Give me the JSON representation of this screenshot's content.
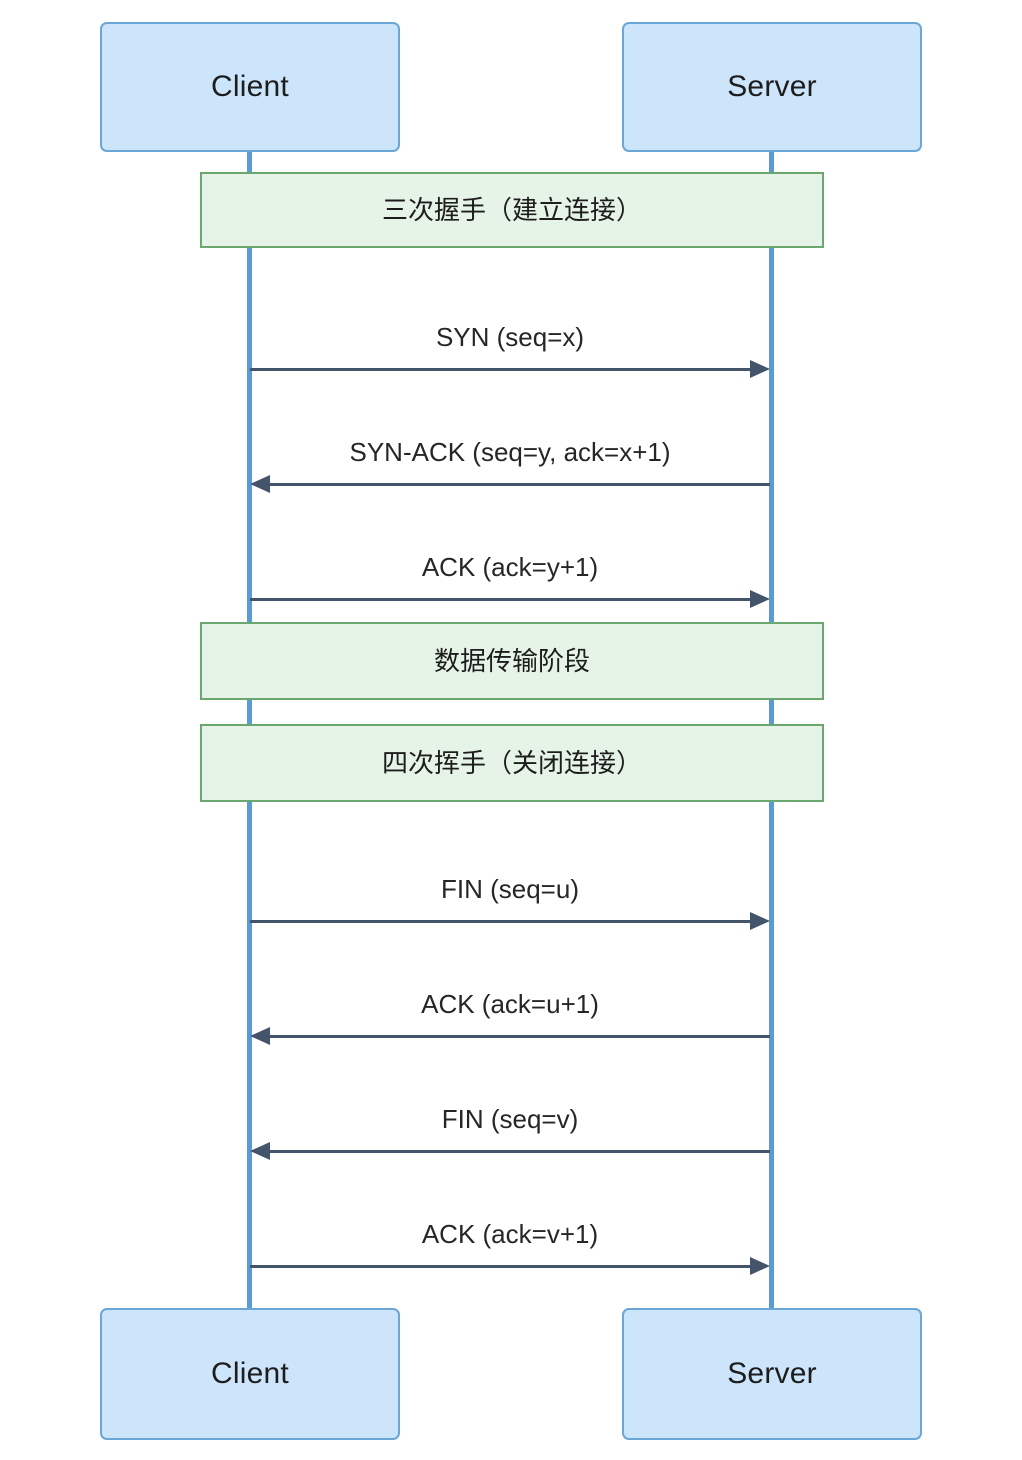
{
  "diagram": {
    "title": "TCP Connection Sequence Diagram",
    "type": "sequence-diagram",
    "colors": {
      "participant_fill": "#cce5fa",
      "participant_border": "#6ba7d6",
      "lifeline": "#5b9bd5",
      "note_fill": "#e6f4e7",
      "note_border": "#6aa86f",
      "arrow": "#44546a",
      "text": "#262626",
      "background": "#ffffff"
    }
  },
  "participants": {
    "client": {
      "label": "Client"
    },
    "server": {
      "label": "Server"
    }
  },
  "participants_bottom": {
    "client": {
      "label": "Client"
    },
    "server": {
      "label": "Server"
    }
  },
  "phases": [
    {
      "label": "三次握手（建立连接）"
    },
    {
      "label": "数据传输阶段"
    },
    {
      "label": "四次挥手（关闭连接）"
    }
  ],
  "messages": [
    {
      "label": "SYN (seq=x)",
      "direction": "right"
    },
    {
      "label": "SYN-ACK (seq=y, ack=x+1)",
      "direction": "left"
    },
    {
      "label": "ACK (ack=y+1)",
      "direction": "right"
    },
    {
      "label": "FIN (seq=u)",
      "direction": "right"
    },
    {
      "label": "ACK (ack=u+1)",
      "direction": "left"
    },
    {
      "label": "FIN (seq=v)",
      "direction": "left"
    },
    {
      "label": "ACK (ack=v+1)",
      "direction": "right"
    }
  ]
}
